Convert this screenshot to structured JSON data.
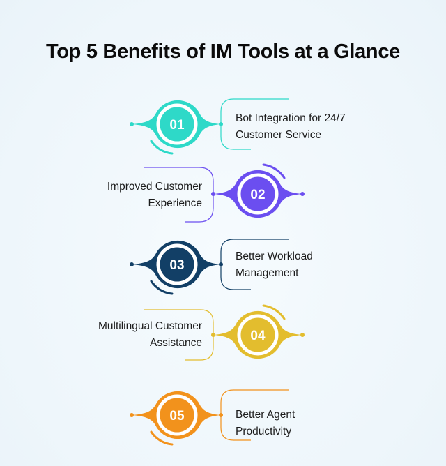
{
  "title": "Top 5 Benefits of IM Tools at a Glance",
  "items": [
    {
      "number": "01",
      "line1": "Bot Integration for 24/7",
      "line2": "Customer Service",
      "color": "#2ed9c8",
      "side": "right"
    },
    {
      "number": "02",
      "line1": "Improved Customer",
      "line2": "Experience",
      "color": "#6b4ef0",
      "side": "left"
    },
    {
      "number": "03",
      "line1": "Better Workload",
      "line2": "Management",
      "color": "#123f66",
      "side": "right"
    },
    {
      "number": "04",
      "line1": "Multilingual Customer",
      "line2": "Assistance",
      "color": "#e3bd2e",
      "side": "left"
    },
    {
      "number": "05",
      "line1": "Better Agent",
      "line2": "Productivity",
      "color": "#f2921c",
      "side": "right"
    }
  ]
}
